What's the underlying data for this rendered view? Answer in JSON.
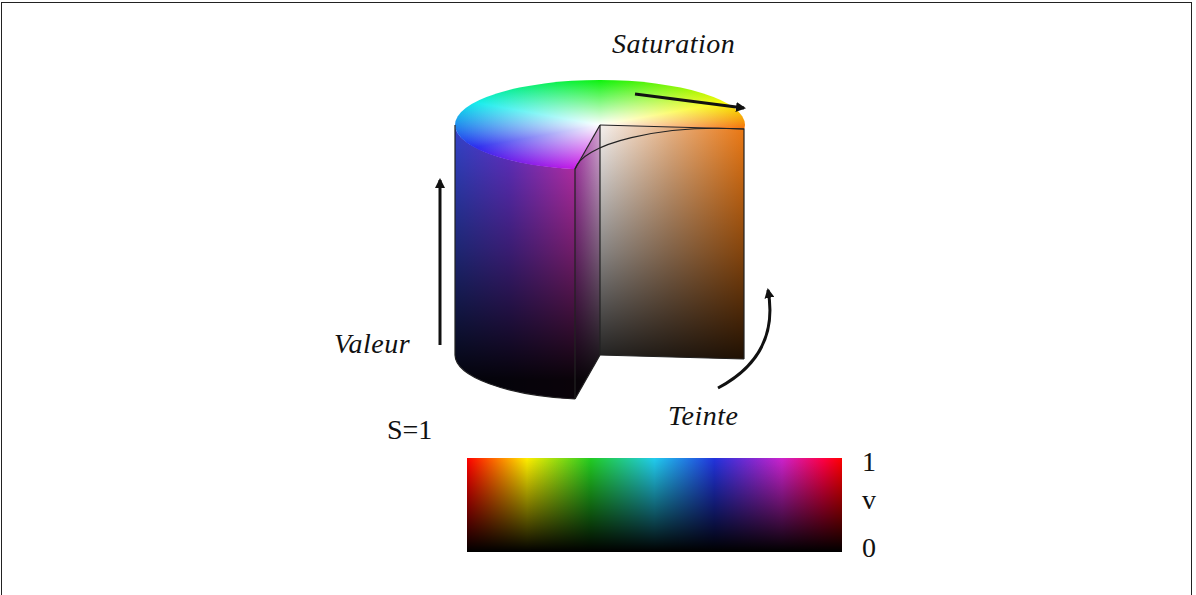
{
  "diagram": {
    "labels": [
      "Saturation",
      "Valeur",
      "Teinte",
      "S=1",
      "1",
      "v",
      "0"
    ]
  }
}
